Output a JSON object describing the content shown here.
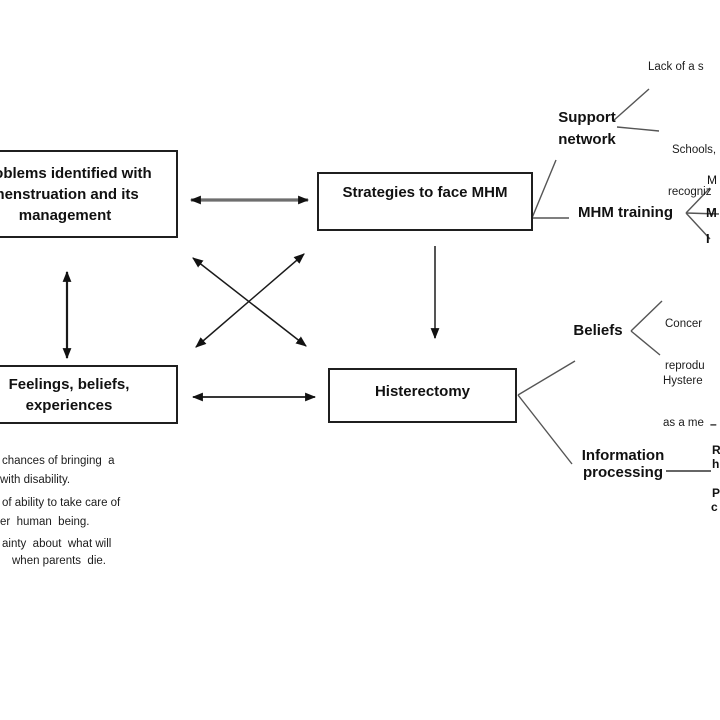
{
  "colors": {
    "background": "#ffffff",
    "box_border": "#1f1f1f",
    "text": "#111111",
    "connector": "#555555",
    "main_arrow_shaft": "#6e6e6e",
    "arrowhead": "#111111"
  },
  "boxes": {
    "problems": {
      "lines": [
        "Problems identified with",
        "menstruation and its",
        "management"
      ]
    },
    "strategies": {
      "label": "Strategies to face MHM"
    },
    "feelings": {
      "lines": [
        "Feelings, beliefs,",
        "experiences"
      ]
    },
    "histerectomy": {
      "label": "Histerectomy"
    }
  },
  "labels": {
    "support_network": {
      "lines": [
        "Support",
        "network"
      ]
    },
    "mhm_training": {
      "label": "MHM training"
    },
    "beliefs": {
      "label": "Beliefs"
    },
    "information_processing": {
      "lines": [
        "Information",
        "processing"
      ]
    }
  },
  "edge_texts_right": {
    "lack_of_support": "Lack of a s",
    "schools": [
      "Schools,",
      "recogniz"
    ],
    "concerns": [
      "Concer",
      "reprodu"
    ],
    "hysterectomy_belief": [
      "Hystere",
      "as a me"
    ],
    "training_fragments": [
      "M",
      "M",
      "I"
    ],
    "info_fragments": [
      "–",
      "R",
      "h",
      "P",
      "c"
    ]
  },
  "edge_texts_left_list": [
    "chances of bringing  a",
    "with disability.",
    "of ability to take care of",
    "er  human  being.",
    "ainty  about  what will",
    "when parents  die."
  ]
}
